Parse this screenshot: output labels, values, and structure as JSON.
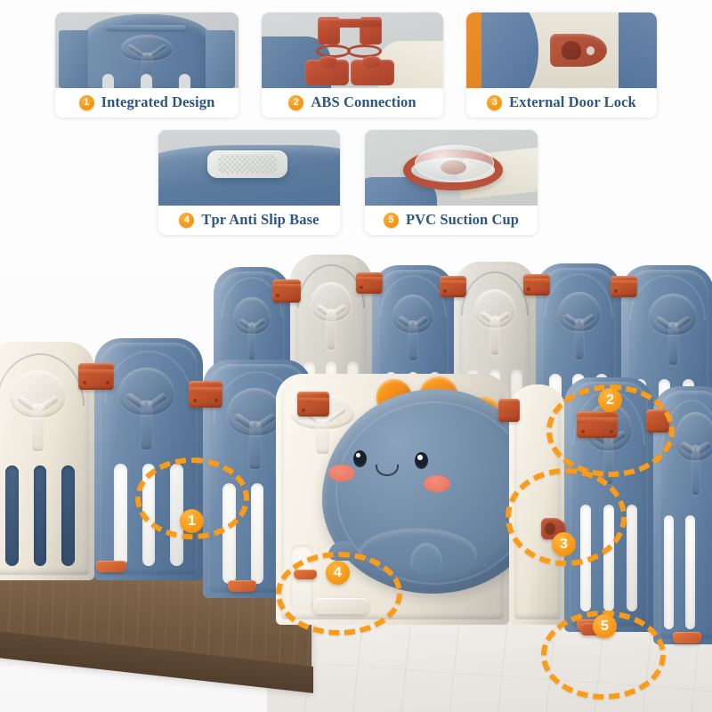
{
  "product": {
    "type": "baby-playpen-safety-fence",
    "description": "Dinosaur baby playpen safety fence with interlocking panels"
  },
  "features": {
    "row1": [
      {
        "number": "1",
        "label": "Integrated Design",
        "icon": "panel-photo"
      },
      {
        "number": "2",
        "label": "ABS Connection",
        "icon": "connector-photo"
      },
      {
        "number": "3",
        "label": "External Door Lock",
        "icon": "lock-photo"
      }
    ],
    "row2": [
      {
        "number": "4",
        "label": "Tpr Anti Slip Base",
        "icon": "base-photo"
      },
      {
        "number": "5",
        "label": "PVC Suction Cup",
        "icon": "suction-cup-photo"
      }
    ]
  },
  "callouts": [
    {
      "number": "1",
      "target": "panel-integrated-design"
    },
    {
      "number": "2",
      "target": "abs-connector"
    },
    {
      "number": "3",
      "target": "external-door-lock"
    },
    {
      "number": "4",
      "target": "tpr-anti-slip-base"
    },
    {
      "number": "5",
      "target": "pvc-suction-cup"
    }
  ],
  "colors": {
    "accent_orange": "#f79b1b",
    "label_navy": "#2d5682",
    "panel_blue": "#5b7b9e",
    "panel_cream": "#f2ece0",
    "panel_grey": "#d9d6cc",
    "connector_red": "#c2552c",
    "dino_body": "#6a84a2",
    "dino_spike": "#f7901c",
    "dino_cheek": "#f06f55",
    "floor_wood": "#705840",
    "card_photo_bg": "#c9ccce",
    "background": "#fdfdfd"
  }
}
